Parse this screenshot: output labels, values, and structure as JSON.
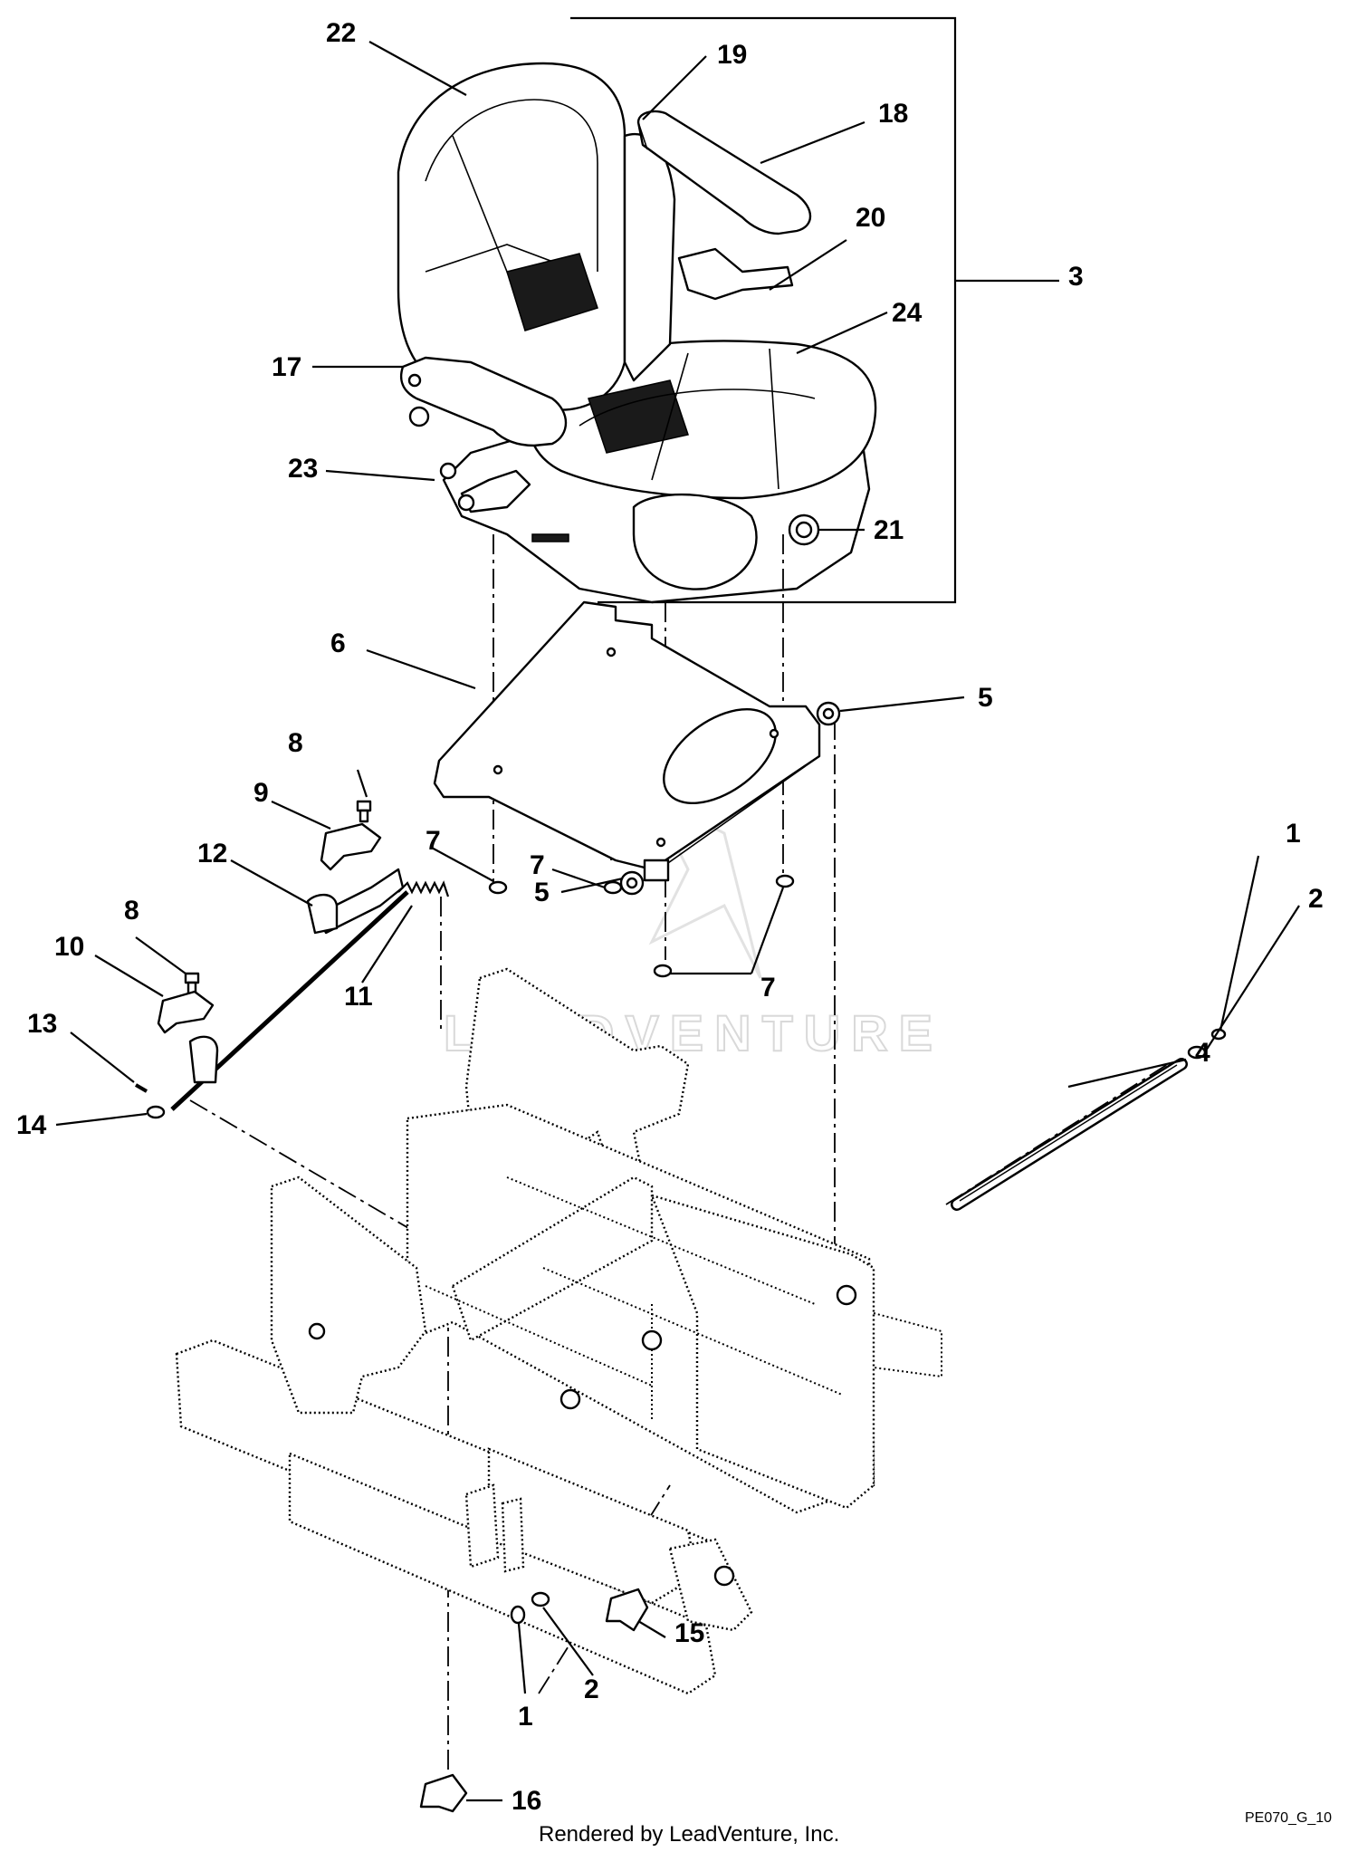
{
  "diagram": {
    "callouts": [
      "1",
      "2",
      "3",
      "4",
      "5",
      "6",
      "7",
      "8",
      "9",
      "10",
      "11",
      "12",
      "13",
      "14",
      "15",
      "16",
      "17",
      "18",
      "19",
      "20",
      "21",
      "22",
      "23",
      "24"
    ],
    "watermark": "LEADVENTURE",
    "footer": "Rendered by LeadVenture, Inc.",
    "drawing_code": "PE070_G_10"
  }
}
